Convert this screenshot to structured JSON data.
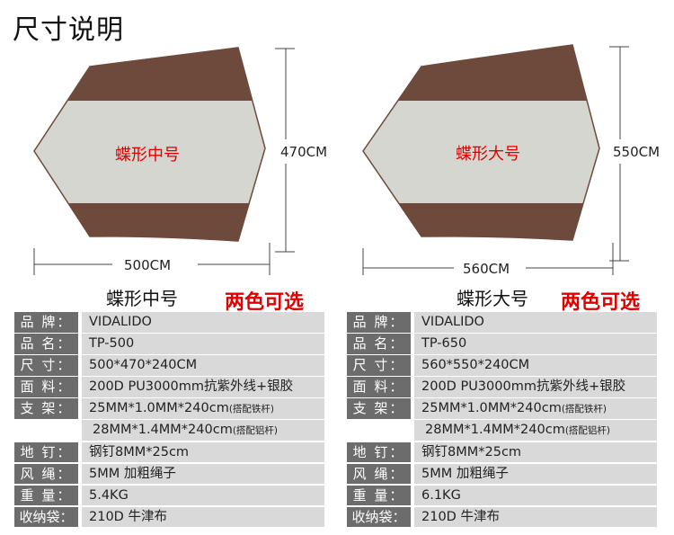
{
  "title": "尺寸说明",
  "colors": {
    "brown": "#6e4a3c",
    "gray": "#d6d6d0",
    "red": "#e00000"
  },
  "tarps": [
    {
      "inner_label": "蝶形中号",
      "height_label": "470CM",
      "width_label": "500CM",
      "caption": "蝶形中号",
      "colors_note": "两色可选",
      "specs": {
        "brand_label": "品  牌：",
        "brand": "VIDALIDO",
        "model_label": "品  名：",
        "model": "TP-500",
        "size_label": "尺  寸：",
        "size": "500*470*240CM",
        "fabric_label": "面  料：",
        "fabric": "200D PU3000mm抗紫外线+银胶",
        "pole_label": "支  架：",
        "pole1": "25MM*1.0MM*240cm",
        "pole1_note": "(搭配铁杆)",
        "pole2": "28MM*1.4MM*240cm",
        "pole2_note": "(搭配铝杆)",
        "peg_label": "地  钉：",
        "peg": "钢钉8MM*25cm",
        "rope_label": "风  绳：",
        "rope": "5MM 加粗绳子",
        "weight_label": "重  量：",
        "weight": "5.4KG",
        "bag_label": "收纳袋：",
        "bag": "210D 牛津布"
      }
    },
    {
      "inner_label": "蝶形大号",
      "height_label": "550CM",
      "width_label": "560CM",
      "caption": "蝶形大号",
      "colors_note": "两色可选",
      "specs": {
        "brand_label": "品  牌：",
        "brand": "VIDALIDO",
        "model_label": "品  名：",
        "model": "TP-650",
        "size_label": "尺  寸：",
        "size": "560*550*240CM",
        "fabric_label": "面  料：",
        "fabric": "200D PU3000mm抗紫外线+银胶",
        "pole_label": "支  架：",
        "pole1": "25MM*1.0MM*240cm",
        "pole1_note": "(搭配铁杆)",
        "pole2": "28MM*1.4MM*240cm",
        "pole2_note": "(搭配铝杆)",
        "peg_label": "地  钉：",
        "peg": "钢钉8MM*25cm",
        "rope_label": "风  绳：",
        "rope": "5MM 加粗绳子",
        "weight_label": "重  量：",
        "weight": "6.1KG",
        "bag_label": "收纳袋：",
        "bag": "210D 牛津布"
      }
    }
  ]
}
